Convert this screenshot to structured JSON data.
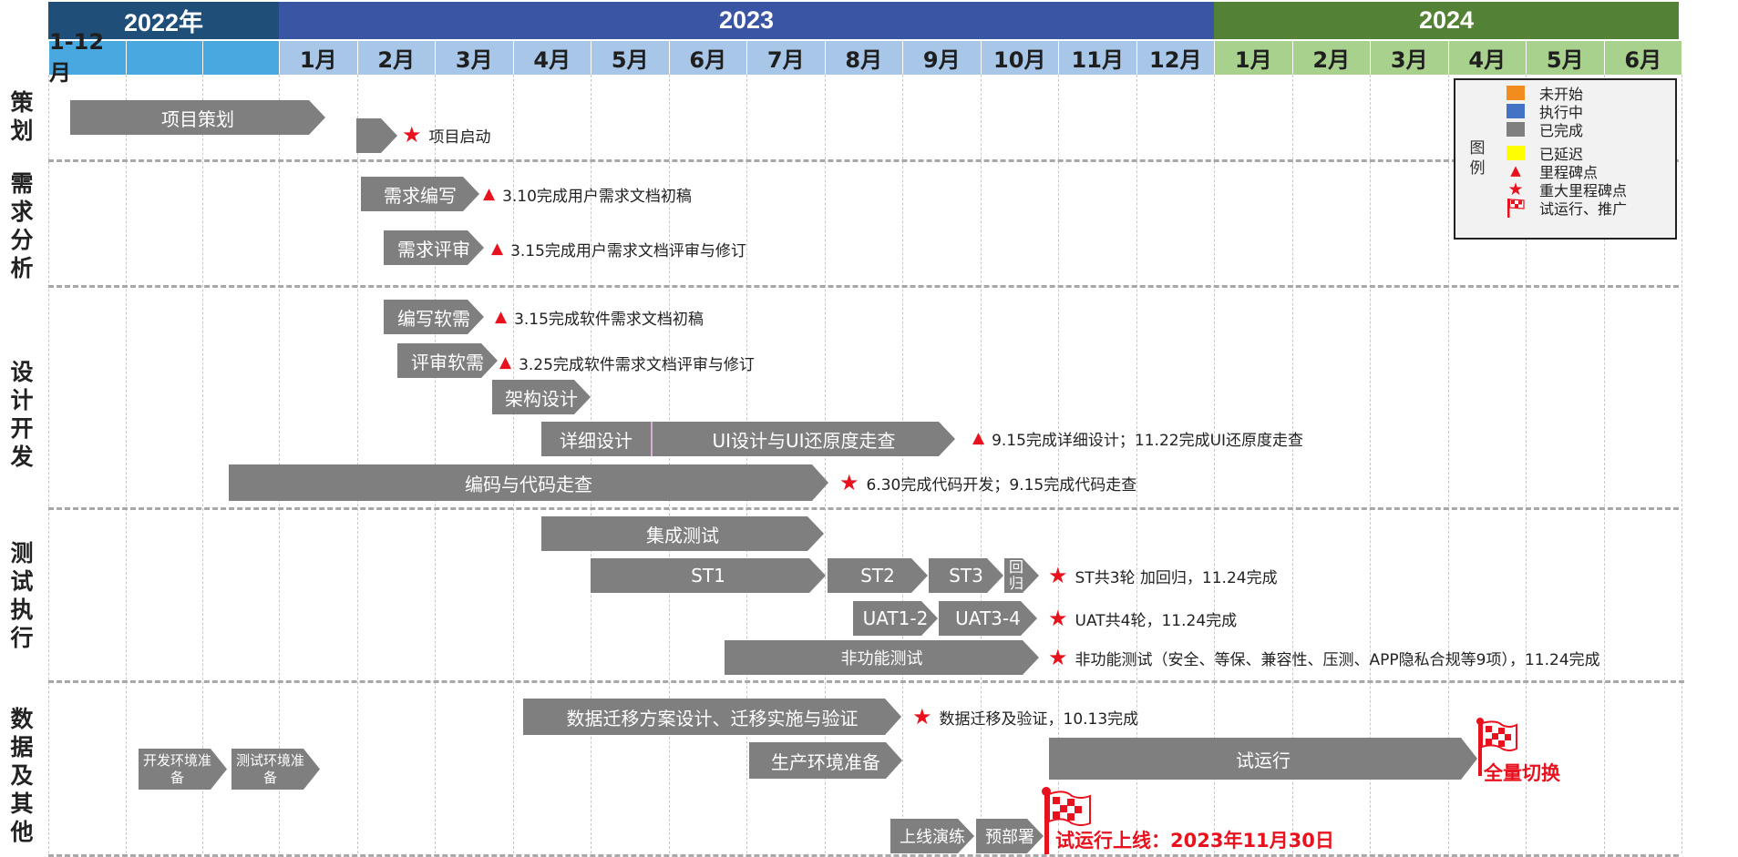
{
  "header": {
    "years": [
      "2022年",
      "2023",
      "2024"
    ],
    "year_colors": [
      "#1f4e79",
      "#3a55a3",
      "#538135"
    ],
    "months_2022": [
      "1-12月",
      "",
      ""
    ],
    "months_2023": [
      "1月",
      "2月",
      "3月",
      "4月",
      "5月",
      "6月",
      "7月",
      "8月",
      "9月",
      "10月",
      "11月",
      "12月"
    ],
    "months_2024": [
      "1月",
      "2月",
      "3月",
      "4月",
      "5月",
      "6月"
    ],
    "month_colors": {
      "2022": "#4aa8e0",
      "2023": "#a7c6e8",
      "2024": "#a9d18e"
    }
  },
  "phases": [
    "策划",
    "需求分析",
    "设计开发",
    "测试执行",
    "数据及其他"
  ],
  "bars": {
    "b_xmch": "项目策划",
    "b_blank": "",
    "b_xqbx": "需求编写",
    "b_xqps": "需求评审",
    "b_bxrx": "编写软需",
    "b_psrx": "评审软需",
    "b_jgsj": "架构设计",
    "b_xxsj": "详细设计",
    "b_uisj": "UI设计与UI还原度走查",
    "b_bmzc": "编码与代码走查",
    "b_jccs": "集成测试",
    "b_st1": "ST1",
    "b_st2": "ST2",
    "b_st3": "ST3",
    "b_hg": "回归",
    "b_uat12": "UAT1-2",
    "b_uat34": "UAT3-4",
    "b_fgn": "非功能测试",
    "b_sjqy": "数据迁移方案设计、迁移实施与验证",
    "b_kfhj": "开发环境准备",
    "b_cshj": "测试环境准备",
    "b_schj": "生产环境准备",
    "b_syx": "试运行",
    "b_sxyl": "上线演练",
    "b_ybs": "预部署"
  },
  "annotations": {
    "a_qd": "项目启动",
    "a_xqbx": "3.10完成用户需求文档初稿",
    "a_xqps": "3.15完成用户需求文档评审与修订",
    "a_bxrx": "3.15完成软件需求文档初稿",
    "a_psrx": "3.25完成软件需求文档评审与修订",
    "a_xxsj": "9.15完成详细设计；11.22完成UI还原度走查",
    "a_bm": "6.30完成代码开发；9.15完成代码走查",
    "a_st": "ST共3轮 加回归，11.24完成",
    "a_uat": "UAT共4轮，11.24完成",
    "a_fgn": "非功能测试（安全、等保、兼容性、压测、APP隐私合规等9项），11.24完成",
    "a_sjqy": "数据迁移及验证，10.13完成",
    "a_qlqh": "全量切换",
    "a_syxsx": "试运行上线：2023年11月30日"
  },
  "legend": {
    "title": "图例",
    "items": [
      {
        "label": "未开始",
        "type": "swatch",
        "color": "#f28c1c"
      },
      {
        "label": "执行中",
        "type": "swatch",
        "color": "#4472c4"
      },
      {
        "label": "已完成",
        "type": "swatch",
        "color": "#7f7f7f"
      },
      {
        "label": "已延迟",
        "type": "swatch",
        "color": "#ffff00"
      },
      {
        "label": "里程碑点",
        "type": "triangle",
        "color": "#e8121e"
      },
      {
        "label": "重大里程碑点",
        "type": "star",
        "color": "#e8121e"
      },
      {
        "label": "试运行、推广",
        "type": "flag",
        "color": "#e8121e"
      }
    ]
  }
}
